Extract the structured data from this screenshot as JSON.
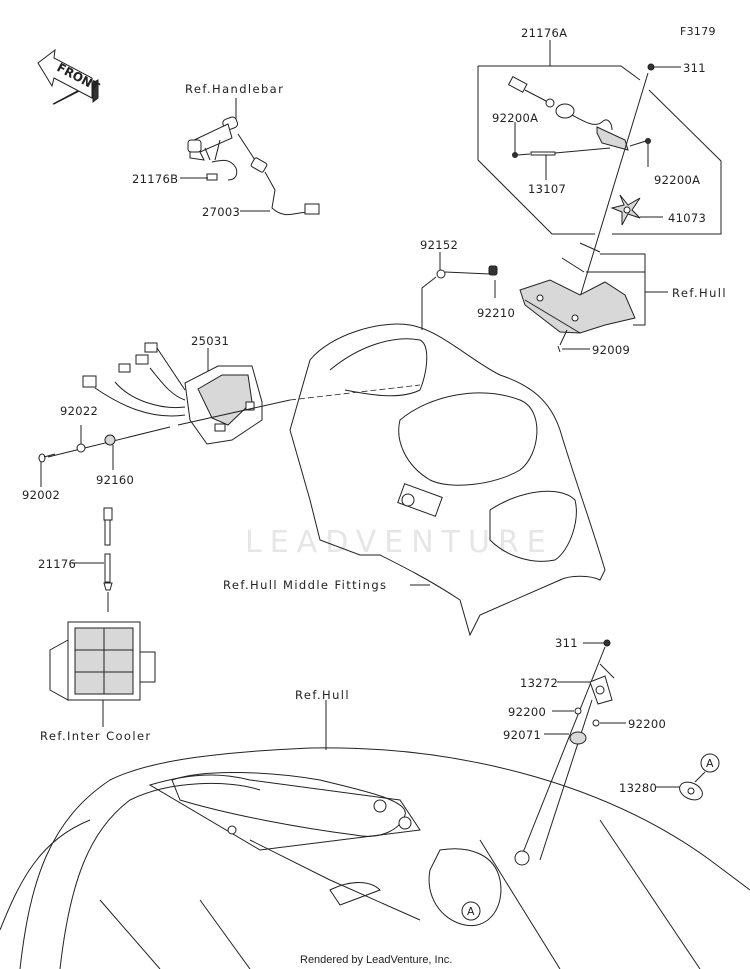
{
  "figure_id": "F3179",
  "watermark": "LEADVENTURE",
  "footer": "Rendered by LeadVenture, Inc.",
  "front_arrow": {
    "label": "FRONT",
    "icon": "front-direction-arrow-icon"
  },
  "callouts": {
    "c311_top": "311",
    "c21176A": "21176A",
    "c92200A_left": "92200A",
    "c92200A_right": "92200A",
    "c13107": "13107",
    "c41073": "41073",
    "ref_hull_top": "Ref.Hull",
    "c92009": "92009",
    "c92152": "92152",
    "c92210": "92210",
    "ref_handlebar": "Ref.Handlebar",
    "c21176B": "21176B",
    "c27003": "27003",
    "c25031": "25031",
    "c92022": "92022",
    "c92002": "92002",
    "c92160": "92160",
    "c21176": "21176",
    "ref_hull_middle": "Ref.Hull Middle Fittings",
    "ref_inter_cooler": "Ref.Inter Cooler",
    "ref_hull_bottom": "Ref.Hull",
    "c311_bottom": "311",
    "c13272": "13272",
    "c92200_left": "92200",
    "c92200_right": "92200",
    "c92071": "92071",
    "c13280": "13280",
    "ref_A_1": "A",
    "ref_A_2": "A"
  }
}
